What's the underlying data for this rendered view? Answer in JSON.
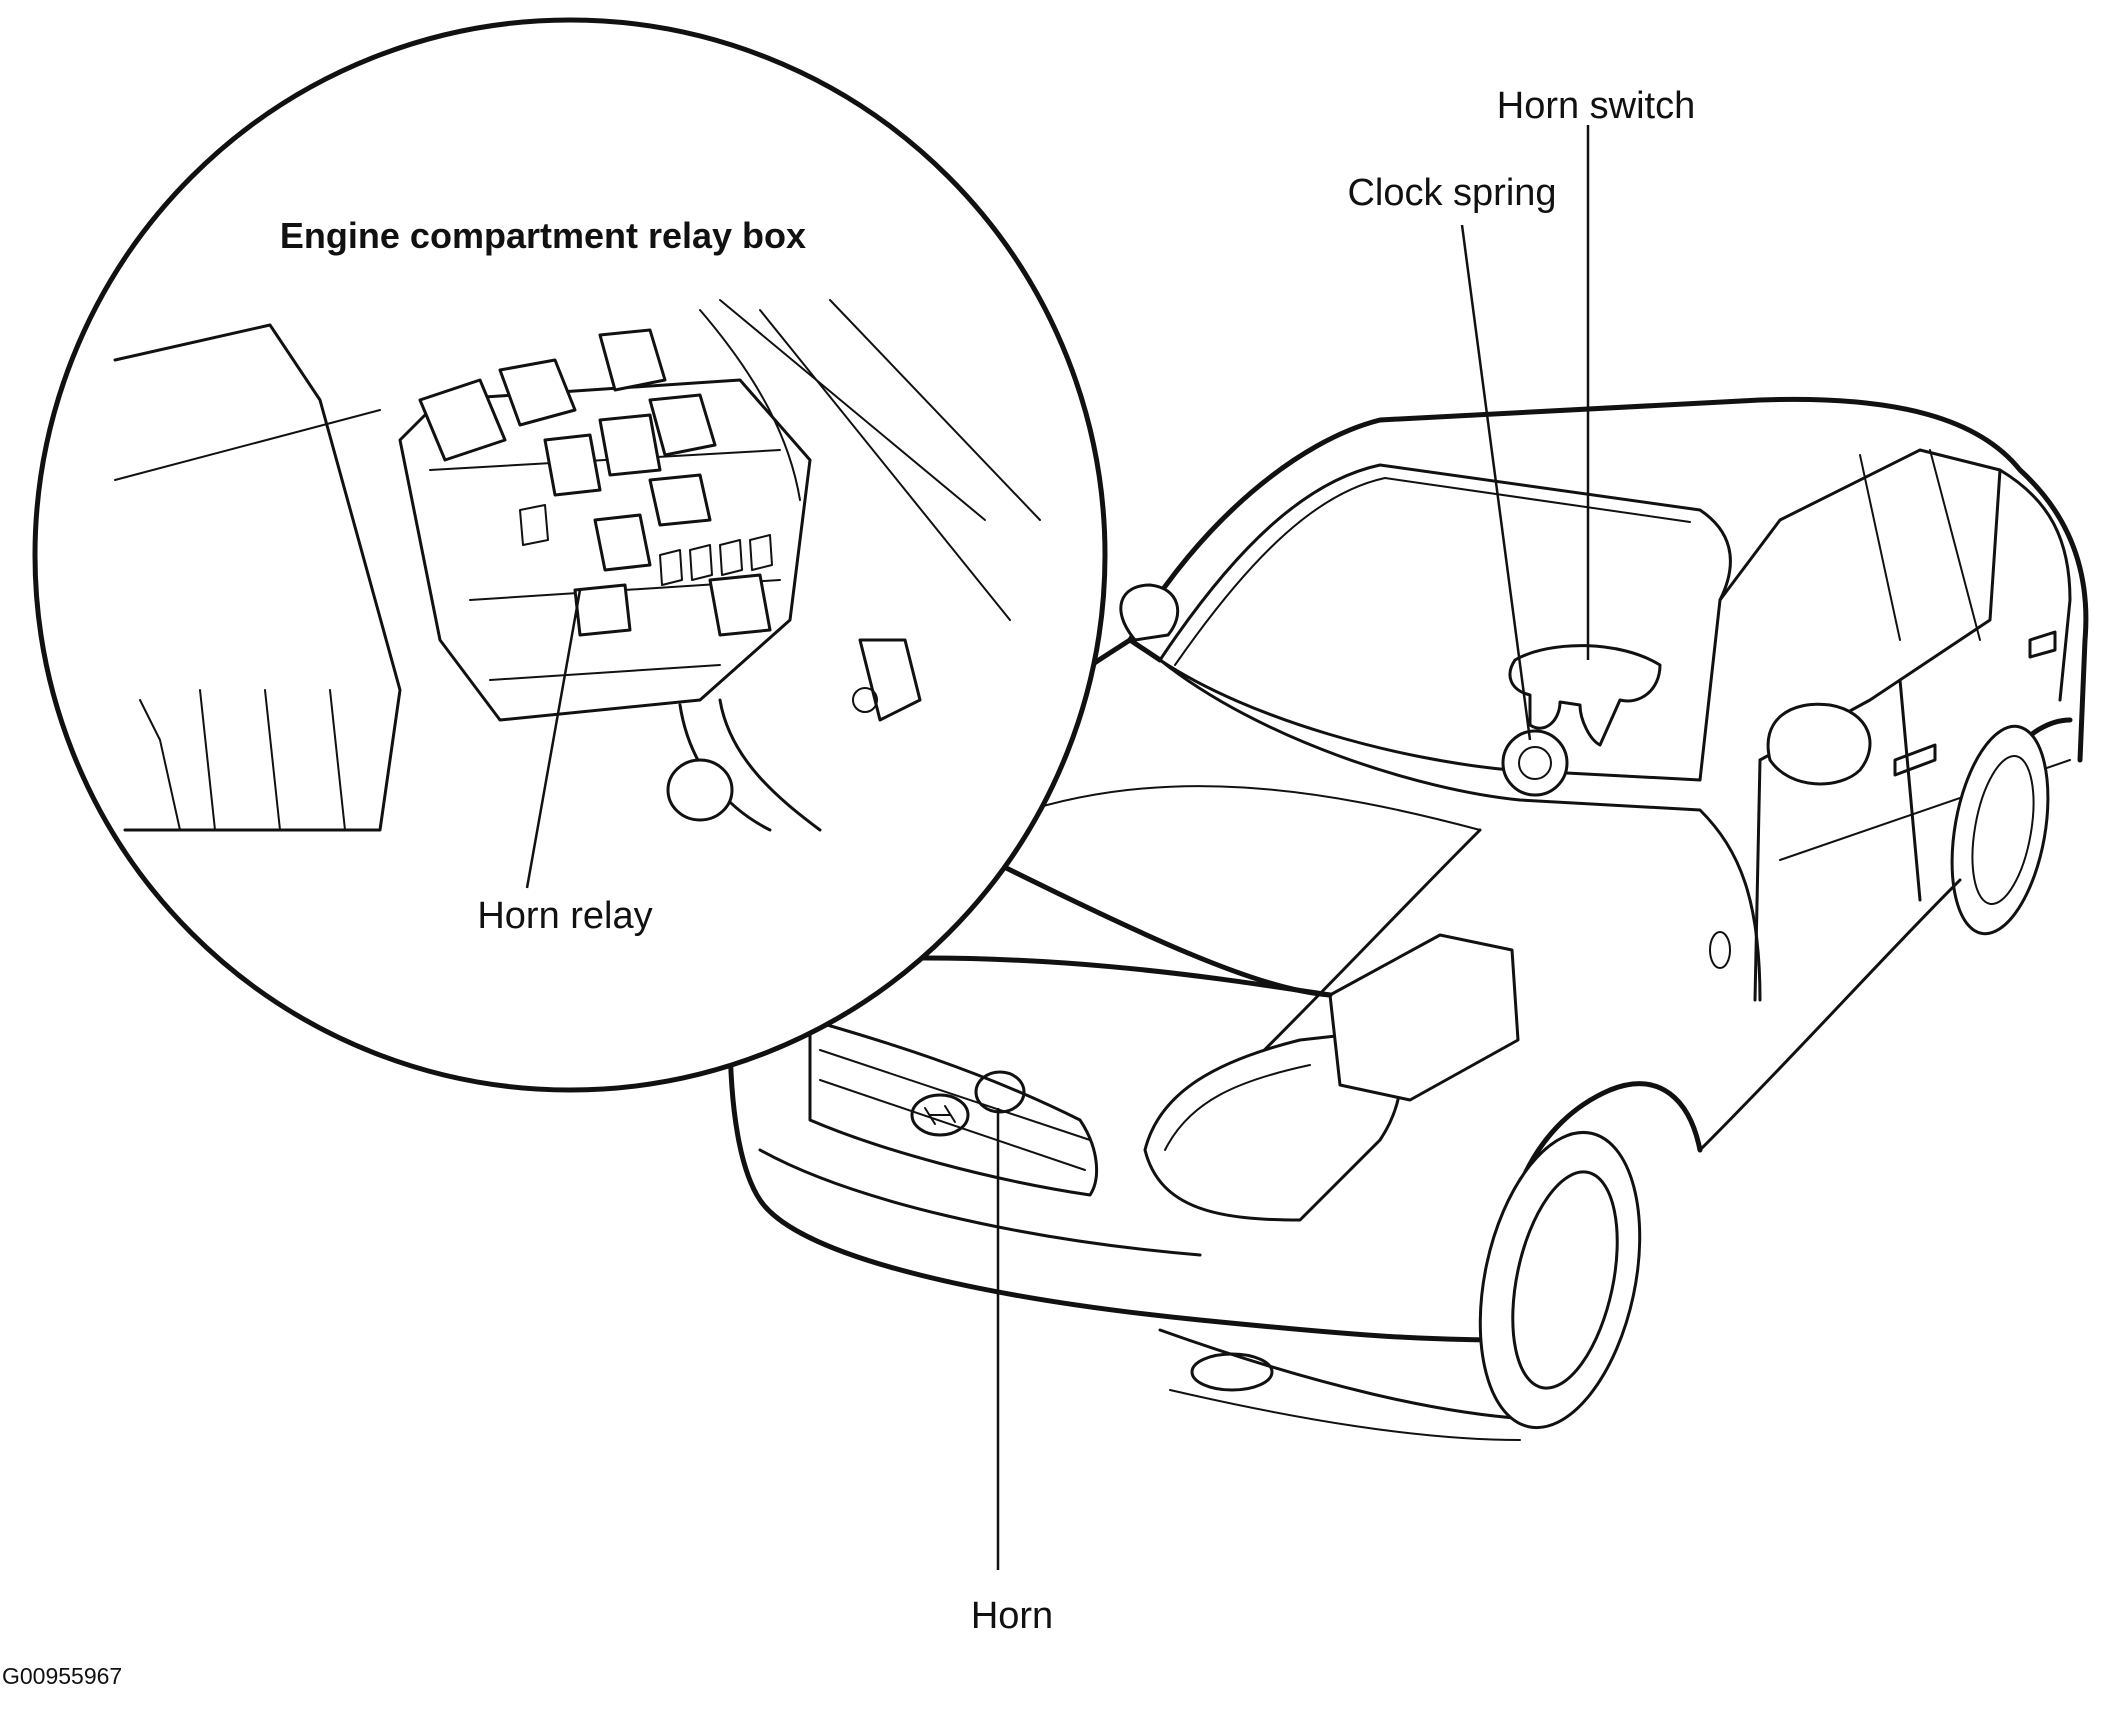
{
  "labels": {
    "horn_switch": "Horn switch",
    "clock_spring": "Clock spring",
    "relay_box": "Engine compartment relay box",
    "horn_relay": "Horn relay",
    "horn": "Horn",
    "figure_id": "G00955967"
  },
  "colors": {
    "ink": "#111111",
    "paper": "#ffffff"
  }
}
